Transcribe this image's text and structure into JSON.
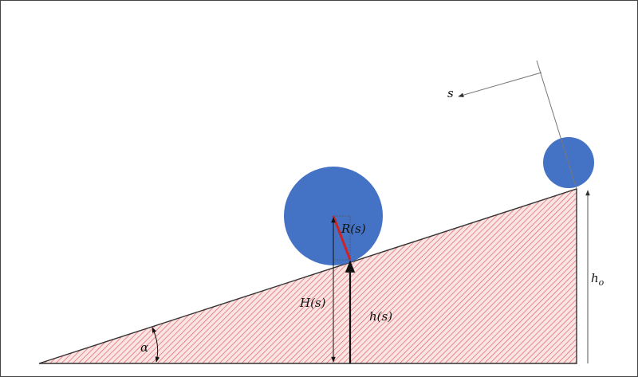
{
  "labels": {
    "arc_length": "s",
    "radius": "R(s)",
    "center_height": "H(s)",
    "surface_height": "h(s)",
    "incline_angle": "α",
    "initial_height_main": "h",
    "initial_height_sub": "o"
  },
  "colors": {
    "ball": "#4472C4",
    "incline_hatch": "#E06464",
    "incline_fill": "#FBE4E4",
    "radius_line": "#D02020",
    "lines": "#111111",
    "guide_lines": "#777777"
  }
}
